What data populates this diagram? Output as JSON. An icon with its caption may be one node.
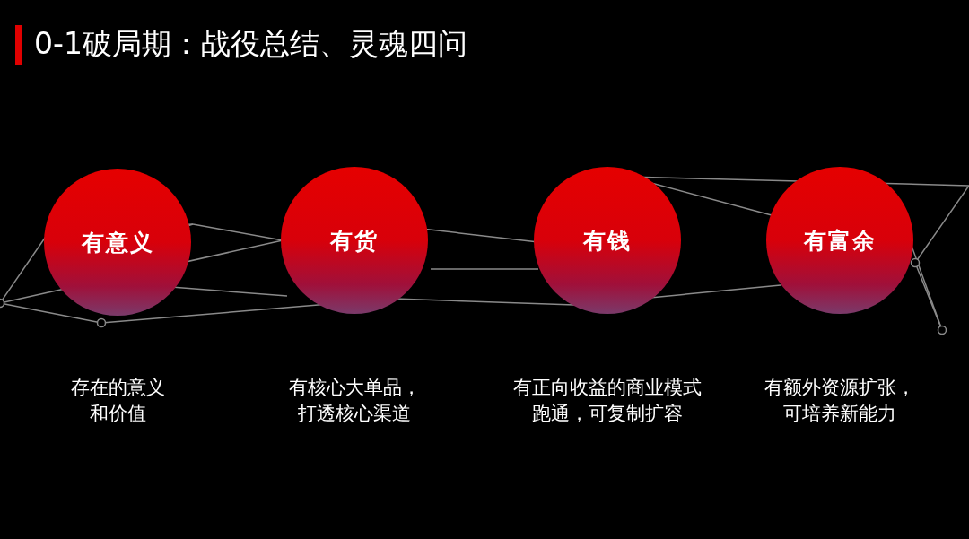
{
  "diagram": {
    "title": "0-1破局期：战役总结、灵魂四问",
    "nodes": [
      {
        "text": [
          "有意义"
        ],
        "beside": [
          "存在的意义和价值"
        ]
      },
      {
        "text": [
          "有货"
        ],
        "beside": [
          "有核心大单品，打透核心渠道"
        ]
      },
      {
        "text": [
          "有钱"
        ],
        "beside": [
          "有正向收益的商业模式跑通，可复制扩容"
        ]
      },
      {
        "text": [
          "有富余"
        ],
        "beside": [
          "有额外资源扩张，可培养新能力"
        ]
      }
    ]
  }
}
